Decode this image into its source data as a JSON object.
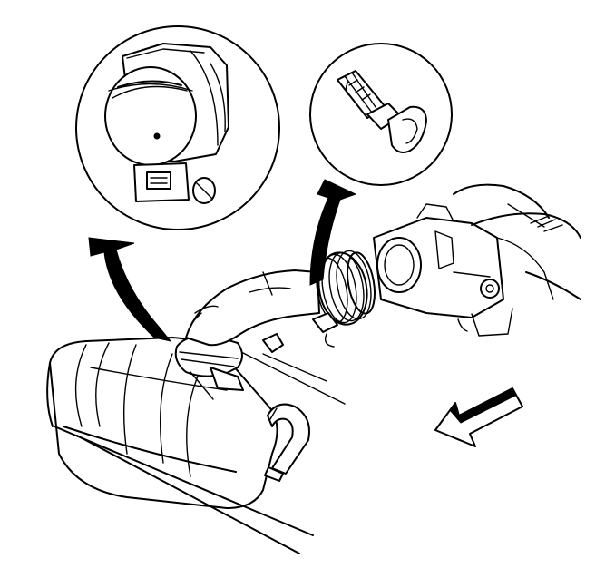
{
  "figure": {
    "style": "black line-art technical illustration",
    "colors": {
      "ink": "#000000",
      "paper": "#ffffff"
    },
    "callouts": [
      {
        "id": "detail-mass-airflow-sensor",
        "icon": "mass-airflow-sensor-icon"
      },
      {
        "id": "detail-pcv-valve",
        "icon": "pcv-valve-icon"
      }
    ],
    "direction_indicator": "front-arrow-icon"
  }
}
